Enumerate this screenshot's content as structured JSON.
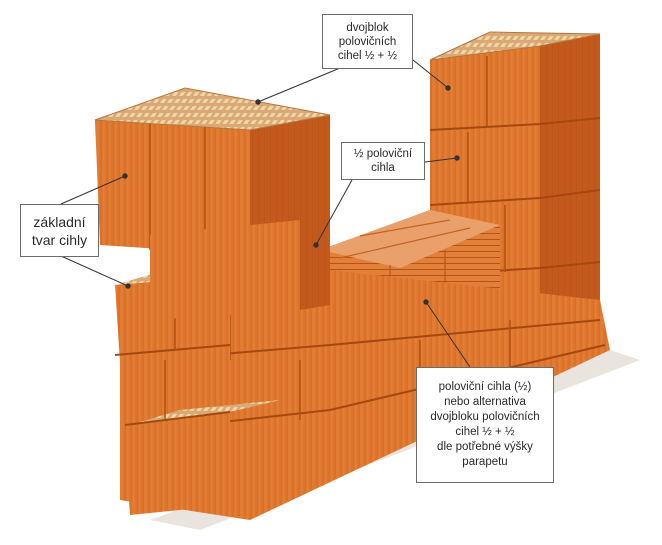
{
  "labels": {
    "top_box": [
      "dvojblok",
      "polovičních",
      "cihel ½ + ½"
    ],
    "left_box": [
      "základní",
      "tvar cihly"
    ],
    "middle_box": [
      "½ poloviční",
      "cihla"
    ],
    "bottom_right_box": [
      "poloviční cihla (½)",
      "nebo alternativa",
      "dvojbloku polovičních",
      "cihel ½ + ½",
      "dle potřebné výšky",
      "parapetu"
    ]
  },
  "colors": {
    "brick_front": "#e0782e",
    "brick_side": "#c2581c",
    "brick_top": "#d9a06a",
    "hole_fill": "#e6c38a",
    "leader": "#333333",
    "box_border": "#6b6b6b"
  }
}
